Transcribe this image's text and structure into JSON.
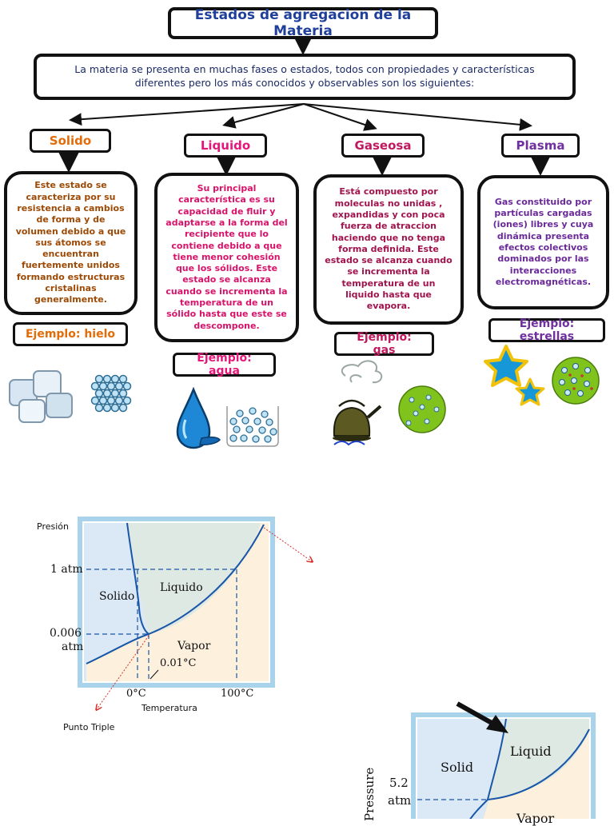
{
  "title": "Estados de agregacion de la  Materia",
  "intro": "La materia se presenta en muchas fases o estados, todos con propiedades y características diferentes pero los más conocidos y observables son los siguientes:",
  "colors": {
    "solido": "#e36c09",
    "liquido": "#e6177a",
    "gaseosa": "#c0185e",
    "plasma": "#7030a0",
    "intro_text": "#1a2a66",
    "title_text": "#1f3f9b"
  },
  "states": [
    {
      "name": "Solido",
      "description": "Este estado se caracteriza por  su resistencia a cambios de forma y de volumen debido a que sus átomos se encuentran fuertemente unidos formando estructuras cristalinas generalmente.",
      "example": "Ejemplo: hielo",
      "icons": [
        "ice-cubes-icon",
        "particle-lattice-icon"
      ]
    },
    {
      "name": "Liquido",
      "description": "Su principal característica es su capacidad de fluir y adaptarse a la forma del recipiente que lo contiene debido a que tiene menor cohesión que los sólidos. Este estado se alcanza cuando se incrementa la temperatura de un sólido hasta que este se descompone.",
      "example": "Ejemplo: agua",
      "icons": [
        "water-drop-icon",
        "beaker-particles-icon"
      ]
    },
    {
      "name": "Gaseosa",
      "description": "Está compuesto por moleculas no unidas , expandidas y con poca fuerza de atraccion haciendo que no tenga forma definida. Este estado se alcanza cuando se incrementa la temperatura de un liquido hasta que evapora.",
      "example": "Ejemplo: gas",
      "icons": [
        "kettle-steam-icon",
        "gas-particles-icon"
      ]
    },
    {
      "name": "Plasma",
      "description": "Gas constituido por partículas cargadas (iones) libres y cuya dinámica presenta efectos colectivos dominados por las interacciones electromagnéticas.",
      "example": "Ejemplo: estrellas",
      "icons": [
        "star-icon",
        "plasma-ions-icon"
      ]
    }
  ],
  "diagram1": {
    "pressure_label": "Presión",
    "temperature_label": "Temperatura",
    "p_tick_1": "1 atm",
    "p_tick_2a": "0.006",
    "p_tick_2b": "atm",
    "t_tick_1": "0°C",
    "t_tick_2": "100°C",
    "triple_label": "0.01°C",
    "region_solid": "Solido",
    "region_liquid": "Liquido",
    "region_vapor": "Vapor",
    "triple_point_caption": "Punto Triple"
  },
  "diagram2": {
    "pressure_label": "Pressure",
    "p_tick_a": "5.2",
    "p_tick_b": "atm",
    "region_solid": "Solid",
    "region_liquid": "Liquid",
    "region_vapor": "Vapor"
  }
}
